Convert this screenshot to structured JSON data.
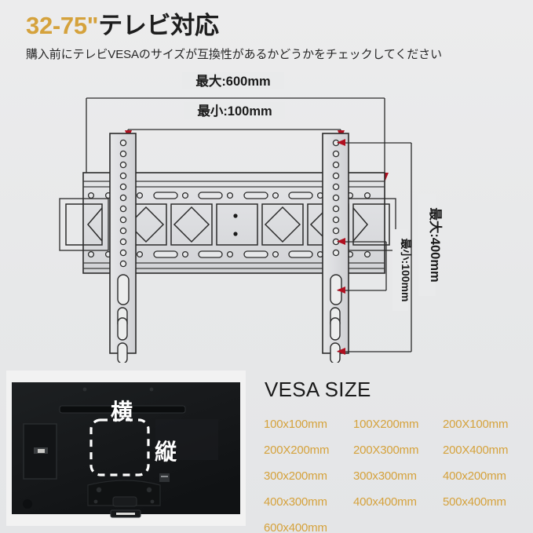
{
  "header": {
    "title_highlight": "32-75\"",
    "title_rest": "テレビ対応",
    "subtitle": "購入前にテレビVESAのサイズが互換性があるかどうかをチェックしてください",
    "accent_color": "#d5a23c",
    "text_color": "#1d1d1d"
  },
  "diagram": {
    "label_width_max": "最大:600mm",
    "label_width_min": "最小:100mm",
    "label_height_max": "最大:400mm",
    "label_height_min": "最小:100mm",
    "marker_color": "#b01020",
    "line_color": "#2b2b2b",
    "plate_fill": "#dcdddf"
  },
  "tv": {
    "label_horizontal": "横",
    "label_vertical": "縦",
    "body_color": "#16181a",
    "label_color": "#ffffff"
  },
  "vesa": {
    "title": "VESA SIZE",
    "accent_color": "#d5a23c",
    "rows": [
      [
        "100x100mm",
        "100X200mm",
        "200X100mm"
      ],
      [
        "200X200mm",
        "200X300mm",
        "200X400mm"
      ],
      [
        "300x200mm",
        "300x300mm",
        "400x200mm"
      ],
      [
        "400x300mm",
        "400x400mm",
        "500x400mm"
      ],
      [
        "600x400mm",
        "",
        ""
      ]
    ]
  }
}
